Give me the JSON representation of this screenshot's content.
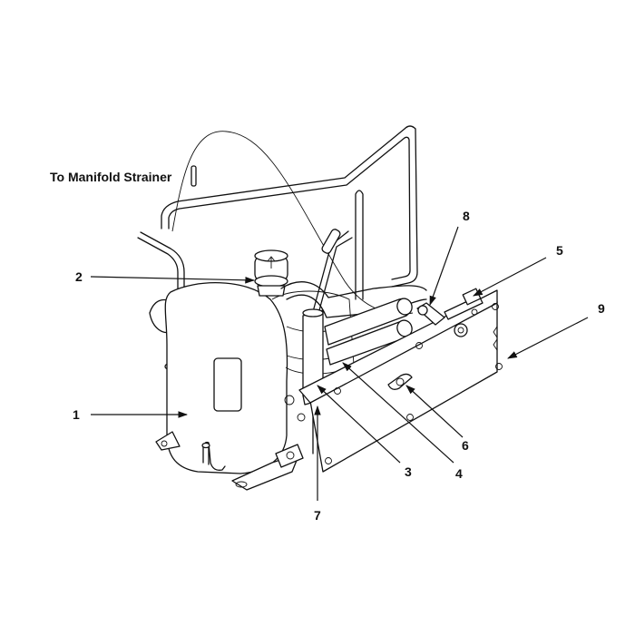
{
  "caption": "To Manifold Strainer",
  "callouts": [
    {
      "id": "1",
      "label": "1"
    },
    {
      "id": "2",
      "label": "2"
    },
    {
      "id": "3",
      "label": "3"
    },
    {
      "id": "4",
      "label": "4"
    },
    {
      "id": "5",
      "label": "5"
    },
    {
      "id": "6",
      "label": "6"
    },
    {
      "id": "7",
      "label": "7"
    },
    {
      "id": "8",
      "label": "8"
    },
    {
      "id": "9",
      "label": "9"
    }
  ]
}
